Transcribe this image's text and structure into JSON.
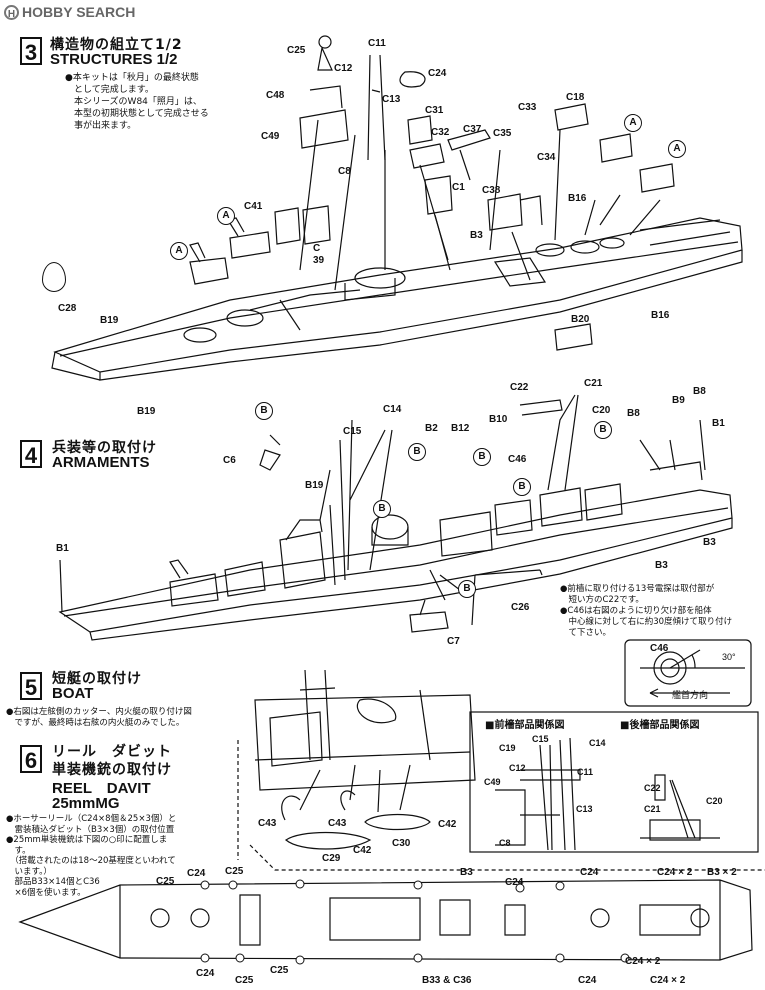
{
  "watermark": {
    "text": "HOBBY SEARCH",
    "mark": "H"
  },
  "step3": {
    "num": "3",
    "title_jp": "構造物の組立て1/2",
    "title_en": "STRUCTURES 1/2",
    "note": "●本キットは「秋月」の最終状態\n　として完成します。\n　本シリーズのW84「照月」は、\n　本型の初期状態として完成させる\n　事が出来ます。",
    "labels": [
      "C25",
      "C11",
      "C12",
      "C24",
      "C48",
      "C13",
      "C18",
      "C33",
      "C31",
      "C32",
      "C37",
      "C35",
      "C49",
      "C8",
      "C34",
      "C1",
      "C41",
      "C38",
      "B16",
      "B3",
      "C",
      "39",
      "C28",
      "B19",
      "B20",
      "B16",
      "B19"
    ],
    "circles": [
      "A",
      "A",
      "A",
      "A"
    ]
  },
  "step4": {
    "num": "4",
    "title_jp": "兵装等の取付け",
    "title_en": "ARMAMENTS",
    "labels": [
      "C22",
      "C21",
      "C14",
      "C20",
      "B8",
      "B9",
      "B8",
      "B2",
      "B12",
      "B10",
      "C15",
      "B1",
      "C6",
      "C46",
      "B19",
      "B3",
      "B1",
      "B3",
      "C26",
      "C7"
    ],
    "circles": [
      "B",
      "B",
      "B",
      "B",
      "B",
      "B",
      "B"
    ],
    "note": "●前檣に取り付ける13号電探は取付部が\n　短い方のC22です。\n●C46は右図のように切り欠け部を船体\n　中心線に対して右に約30度傾けて取り付け\n　て下さい。",
    "inset": {
      "label": "C46",
      "angle": "30°",
      "bow_dir": "艦首方向"
    }
  },
  "step5": {
    "num": "5",
    "title_jp": "短艇の取付け",
    "title_en": "BOAT",
    "note": "●右図は左舷側のカッター、内火艇の取り付け図\n　ですが、最終時は右舷の内火艇のみでした。"
  },
  "step6": {
    "num": "6",
    "title_jp1": "リール　ダビット",
    "title_jp2": "単装機銃の取付け",
    "title_en1": "REEL　DAVIT",
    "title_en2": "25mmMG",
    "note": "●ホーサーリール（C24×8個＆25×3個）と\n　雷装積込ダビット（B3×3個）の取付位置\n●25mm単装機銃は下図の○印に配置しま\n　す。\n　（搭載されたのは18〜20基程度といわれて\n　います。）\n　部品B33×14個とC36\n　×6個を使います。",
    "labels": [
      "C43",
      "C43",
      "C42",
      "C42",
      "C30",
      "C29"
    ]
  },
  "relations": {
    "fore_title": "■前檣部品関係図",
    "aft_title": "■後檣部品関係図",
    "fore_labels": [
      "C15",
      "C14",
      "C19",
      "C12",
      "C11",
      "C49",
      "C13",
      "C8"
    ],
    "aft_labels": [
      "C22",
      "C21",
      "C20"
    ]
  },
  "plan": {
    "labels": [
      "C24",
      "C25",
      "C25",
      "B3",
      "C24",
      "C24",
      "C24 × 2",
      "B3 × 2",
      "C25",
      "C24",
      "C25",
      "B33 & C36",
      "C24",
      "C24 × 2",
      "C24 × 2"
    ]
  }
}
